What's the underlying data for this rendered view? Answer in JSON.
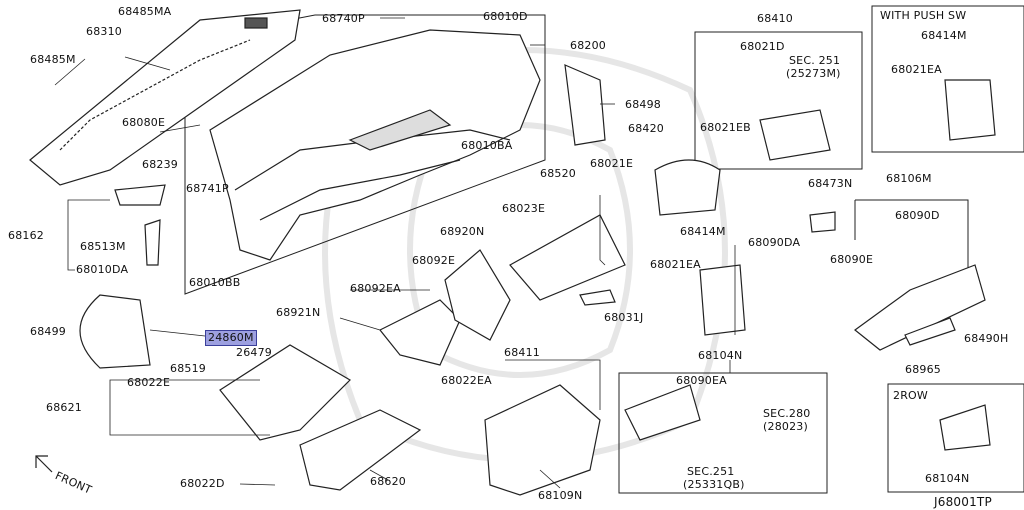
{
  "labels": {
    "p68485MA": "68485MA",
    "p68310": "68310",
    "p68485M": "68485M",
    "p68080E": "68080E",
    "p68239": "68239",
    "p68740P": "68740P",
    "p68010D": "68010D",
    "p68200": "68200",
    "p68741P": "68741P",
    "p68010BB": "68010BB",
    "p68010BA": "68010BA",
    "p68498": "68498",
    "p68410": "68410",
    "p68021D": "68021D",
    "sec251a": "SEC. 251",
    "p25273M": "(25273M)",
    "p68021EB": "68021EB",
    "withPushSw": "WITH PUSH SW",
    "p68414M_a": "68414M",
    "p68021EA_a": "68021EA",
    "p68420": "68420",
    "p68021E": "68021E",
    "p68520": "68520",
    "p68023E": "68023E",
    "p68473N": "68473N",
    "p68090DA": "68090DA",
    "p68106M": "68106M",
    "p68090D": "68090D",
    "p68090E": "68090E",
    "p68490H": "68490H",
    "p68965": "68965",
    "p68162": "68162",
    "p68513M": "68513M",
    "p68010DA": "68010DA",
    "p68920N": "68920N",
    "p68092E": "68092E",
    "p68414M_b": "68414M",
    "p68021EA_b": "68021EA",
    "p68031J": "68031J",
    "p68092EA": "68092EA",
    "p68921N": "68921N",
    "p68499": "68499",
    "p24860M": "24860M",
    "p26479": "26479",
    "p68519": "68519",
    "p68022E": "68022E",
    "p68621": "68621",
    "p68411": "68411",
    "p68022EA": "68022EA",
    "p68104N_a": "68104N",
    "p68090EA": "68090EA",
    "sec280": "SEC.280",
    "p28023": "(28023)",
    "sec251b": "SEC.251",
    "p25331QB": "(25331QB)",
    "p68620": "68620",
    "p68022D": "68022D",
    "p68109N": "68109N",
    "front": "FRONT",
    "row2": "2ROW",
    "p68104N_b": "68104N",
    "diagramCode": "J68001TP"
  },
  "colors": {
    "line": "#222222",
    "part": "#333333",
    "highlight": "#9da0e0",
    "watermark": "#e9e9e9"
  }
}
